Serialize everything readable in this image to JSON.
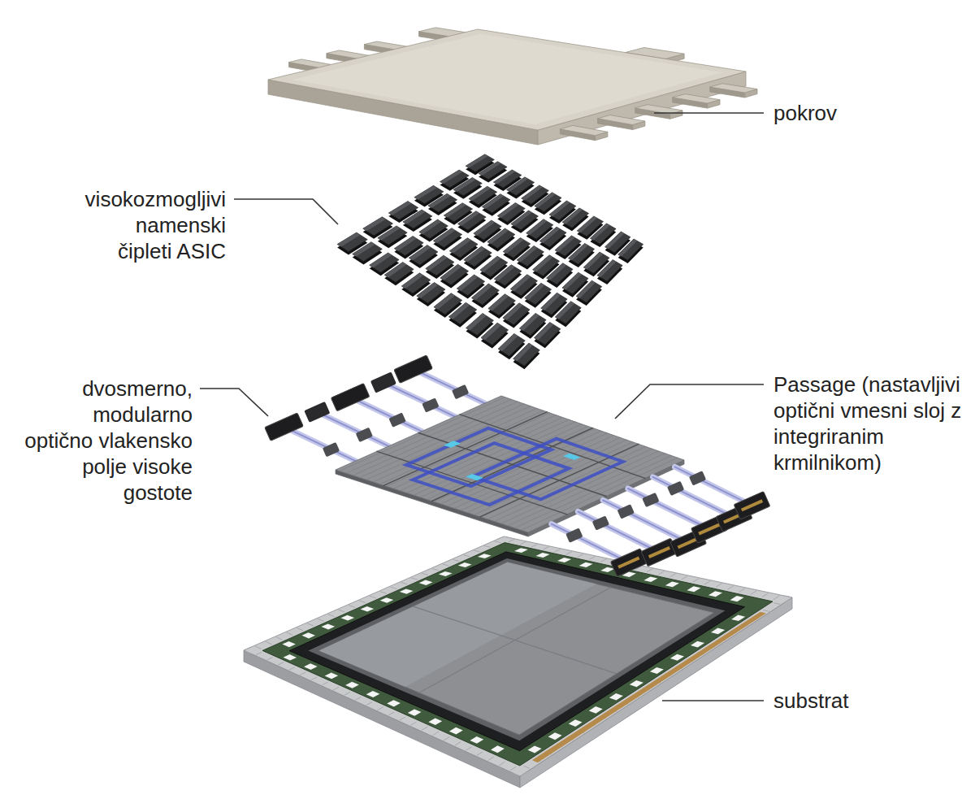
{
  "diagram": {
    "labels": [
      "pokrov",
      "visokozmogljivi namenski čipleti ASIC",
      "dvosmerno, modularno optično vlakensko polje visoke gostote",
      "Passage (nastavljivi optični vmesni sloj z integriranim krmilnikom)",
      "substrat"
    ]
  }
}
